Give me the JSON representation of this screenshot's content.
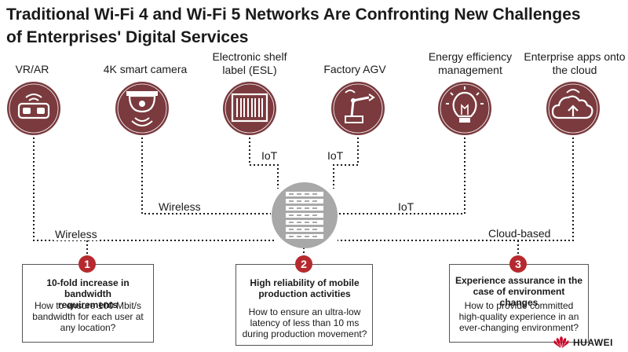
{
  "title": {
    "line1": "Traditional Wi-Fi 4 and Wi-Fi 5 Networks Are Confronting New Challenges",
    "line2": "of Enterprises' Digital Services"
  },
  "colors": {
    "accent": "#b62a2f",
    "icon_circle": "#7a3a3e",
    "switch_gray": "#a8a8a8"
  },
  "services": [
    {
      "label": "VR/AR",
      "icon": "vr-headset-icon"
    },
    {
      "label": "4K smart camera",
      "icon": "security-camera-icon"
    },
    {
      "label": "Electronic shelf label (ESL)",
      "icon": "barcode-label-icon"
    },
    {
      "label": "Factory AGV",
      "icon": "robot-arm-icon"
    },
    {
      "label": "Energy efficiency management",
      "icon": "light-bulb-icon"
    },
    {
      "label": "Enterprise apps onto the cloud",
      "icon": "cloud-upload-icon"
    }
  ],
  "connections": {
    "iot_left": "IoT",
    "iot_right": "IoT",
    "wireless_inner": "Wireless",
    "wireless_outer": "Wireless",
    "iot_long": "IoT",
    "cloud": "Cloud-based"
  },
  "challenges": [
    {
      "number": "1",
      "heading": "10-fold increase in bandwidth requirements",
      "body": "How to ensure 100 Mbit/s bandwidth for each user at any location?"
    },
    {
      "number": "2",
      "heading": "High reliability of mobile production activities",
      "body": "How to ensure an ultra-low latency of less than 10 ms during production movement?"
    },
    {
      "number": "3",
      "heading": "Experience assurance in the case of environment changes",
      "body": "How to provide committed high-quality experience in an ever-changing environment?"
    }
  ],
  "brand": {
    "name": "HUAWEI"
  }
}
